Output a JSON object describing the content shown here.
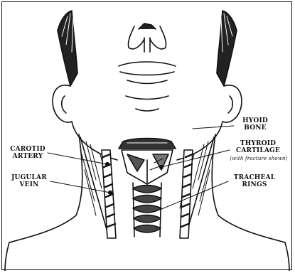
{
  "labels": {
    "carotid_artery": "CAROTID\nARTERY",
    "jugular_vein": "JUGULAR\nVEIN",
    "hyoid_bone": "HYOID\nBONE",
    "thyroid_cartilage": "THYROID\nCARTILAGE",
    "thyroid_note": "(with fracture shown)",
    "tracheal_rings": "TRACHEAL\nRINGS"
  },
  "colors": {
    "ink": "#111111",
    "background": "#ffffff"
  }
}
